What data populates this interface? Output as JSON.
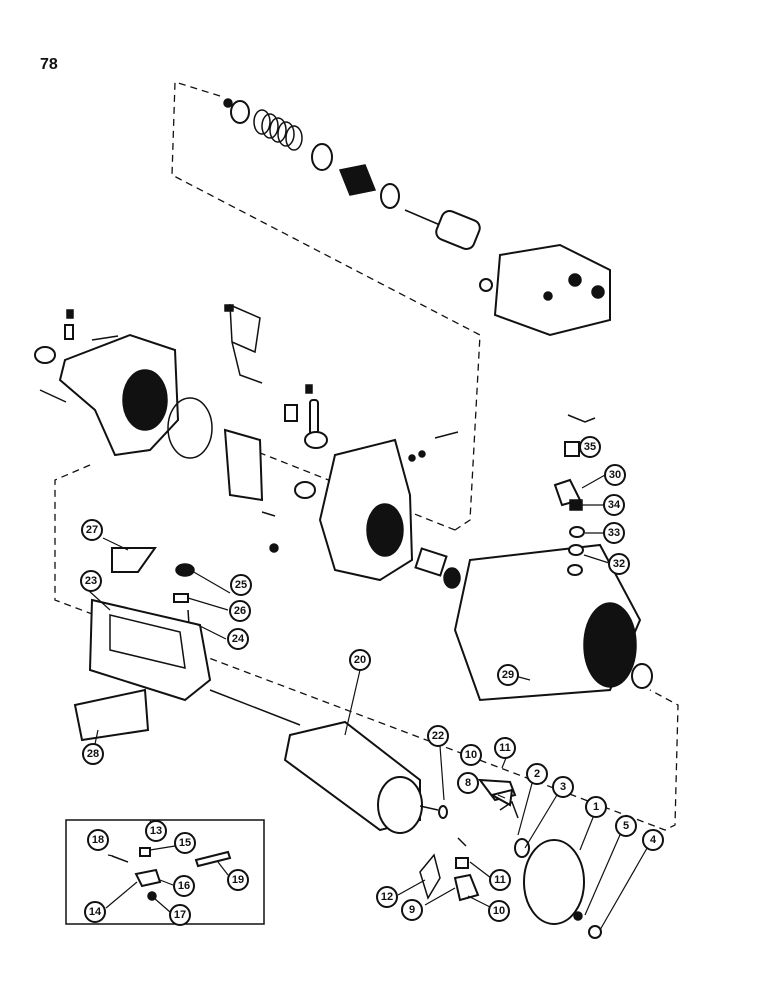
{
  "page": {
    "number": "78"
  },
  "callouts": [
    {
      "id": "c1",
      "label": "1"
    },
    {
      "id": "c2",
      "label": "2"
    },
    {
      "id": "c3",
      "label": "3"
    },
    {
      "id": "c4",
      "label": "4"
    },
    {
      "id": "c5",
      "label": "5"
    },
    {
      "id": "c8",
      "label": "8"
    },
    {
      "id": "c9",
      "label": "9"
    },
    {
      "id": "c10a",
      "label": "10"
    },
    {
      "id": "c10b",
      "label": "10"
    },
    {
      "id": "c11a",
      "label": "11"
    },
    {
      "id": "c11b",
      "label": "11"
    },
    {
      "id": "c12",
      "label": "12"
    },
    {
      "id": "c13",
      "label": "13"
    },
    {
      "id": "c14",
      "label": "14"
    },
    {
      "id": "c15",
      "label": "15"
    },
    {
      "id": "c16",
      "label": "16"
    },
    {
      "id": "c17",
      "label": "17"
    },
    {
      "id": "c18",
      "label": "18"
    },
    {
      "id": "c19",
      "label": "19"
    },
    {
      "id": "c20",
      "label": "20"
    },
    {
      "id": "c22",
      "label": "22"
    },
    {
      "id": "c23",
      "label": "23"
    },
    {
      "id": "c24",
      "label": "24"
    },
    {
      "id": "c25",
      "label": "25"
    },
    {
      "id": "c26",
      "label": "26"
    },
    {
      "id": "c27",
      "label": "27"
    },
    {
      "id": "c28",
      "label": "28"
    },
    {
      "id": "c29",
      "label": "29"
    },
    {
      "id": "c30",
      "label": "30"
    },
    {
      "id": "c32",
      "label": "32"
    },
    {
      "id": "c33",
      "label": "33"
    },
    {
      "id": "c34",
      "label": "34"
    },
    {
      "id": "c35",
      "label": "35"
    }
  ]
}
